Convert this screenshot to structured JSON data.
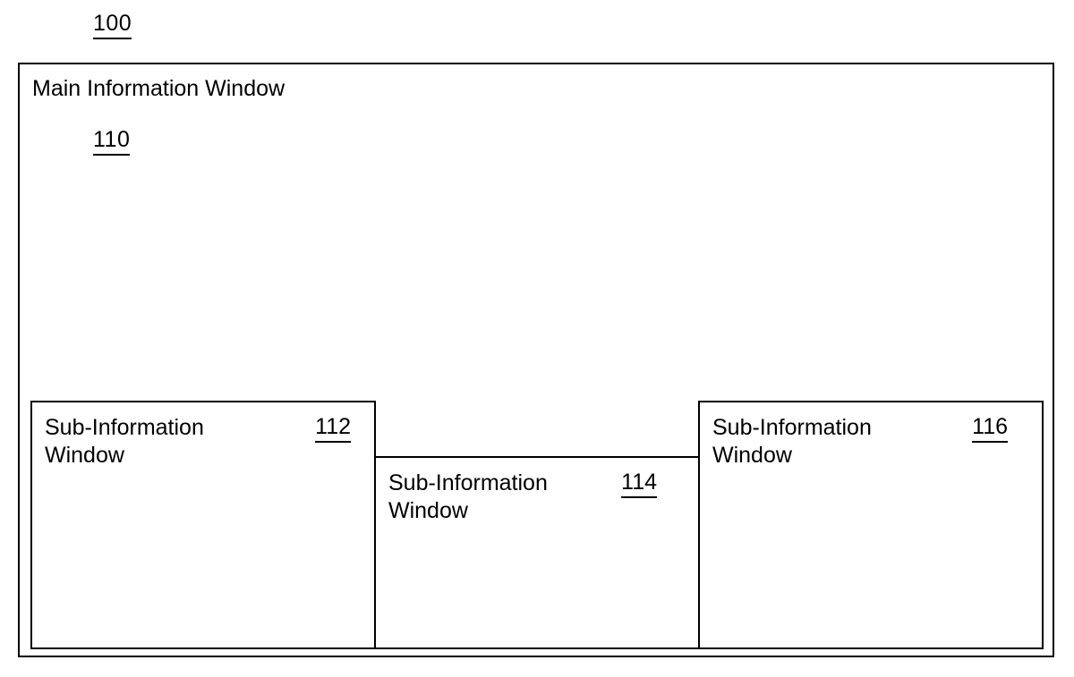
{
  "figure": {
    "figure_number": "100",
    "background_color": "#ffffff",
    "line_color": "#000000"
  },
  "main_window": {
    "title": "Main Information Window",
    "ref": "110"
  },
  "sub_windows": [
    {
      "id": "112",
      "title": "Sub-Information\nWindow",
      "ref": "112"
    },
    {
      "id": "114",
      "title": "Sub-Information\nWindow",
      "ref": "114"
    },
    {
      "id": "116",
      "title": "Sub-Information\nWindow",
      "ref": "116"
    }
  ]
}
